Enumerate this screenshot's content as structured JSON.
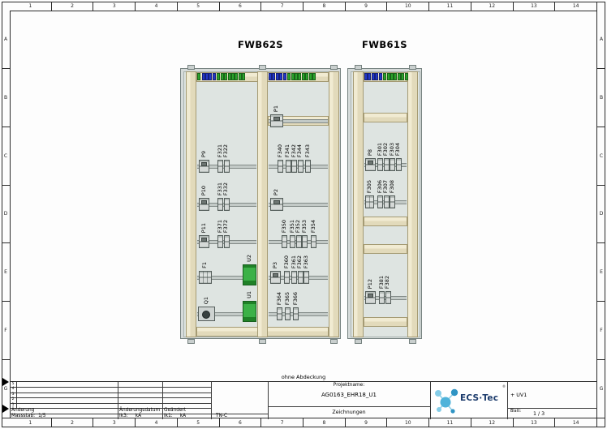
{
  "page": {
    "bg": "#ffffff",
    "col_labels": [
      "1",
      "2",
      "3",
      "4",
      "5",
      "6",
      "7",
      "8",
      "9",
      "10",
      "11",
      "12",
      "13",
      "14"
    ],
    "row_labels": [
      "A",
      "B",
      "C",
      "D",
      "E",
      "F",
      "G"
    ],
    "caption": "ohne Abdeckung"
  },
  "cabinets": [
    {
      "name": "FWB62S",
      "bays": [
        {
          "terminals": [
            {
              "color": "green",
              "count": 1
            },
            {
              "color": "blue",
              "count": 4
            },
            {
              "color": "green",
              "count": 8
            }
          ],
          "rows": [
            {
              "items": [
                {
                  "label": "P9",
                  "type": "p"
                },
                {
                  "label": "F321",
                  "type": "f"
                },
                {
                  "label": "F322",
                  "type": "f"
                }
              ]
            },
            {
              "items": [
                {
                  "label": "P10",
                  "type": "p"
                },
                {
                  "label": "F331",
                  "type": "f"
                },
                {
                  "label": "F332",
                  "type": "f"
                }
              ]
            },
            {
              "items": [
                {
                  "label": "P11",
                  "type": "p"
                },
                {
                  "label": "F371",
                  "type": "f"
                },
                {
                  "label": "F372",
                  "type": "f"
                }
              ]
            },
            {
              "items": [
                {
                  "label": "F1",
                  "type": "f3"
                },
                {
                  "label": "U2",
                  "type": "u"
                }
              ]
            },
            {
              "items": [
                {
                  "label": "Q1",
                  "type": "q"
                },
                {
                  "label": "U1",
                  "type": "u"
                }
              ]
            }
          ]
        },
        {
          "terminals": [
            {
              "color": "blue",
              "count": 5
            },
            {
              "color": "green",
              "count": 8
            }
          ],
          "rows": [
            {
              "items": [
                {
                  "label": "P1",
                  "type": "p2"
                }
              ]
            },
            {
              "items": [
                {
                  "label": "F340",
                  "type": "f"
                },
                {
                  "label": "F341",
                  "type": "f"
                },
                {
                  "label": "F342",
                  "type": "f"
                },
                {
                  "label": "F344",
                  "type": "f"
                },
                {
                  "label": "F343",
                  "type": "f"
                }
              ]
            },
            {
              "items": [
                {
                  "label": "P2",
                  "type": "p2"
                }
              ]
            },
            {
              "items": [
                {
                  "label": "F350",
                  "type": "f"
                },
                {
                  "label": "F351",
                  "type": "f"
                },
                {
                  "label": "F352",
                  "type": "f"
                },
                {
                  "label": "F353",
                  "type": "f"
                },
                {
                  "label": "F354",
                  "type": "f"
                }
              ]
            },
            {
              "items": [
                {
                  "label": "P3",
                  "type": "p"
                },
                {
                  "label": "F360",
                  "type": "f"
                },
                {
                  "label": "F361",
                  "type": "f"
                },
                {
                  "label": "F362",
                  "type": "f"
                },
                {
                  "label": "F363",
                  "type": "f"
                }
              ]
            },
            {
              "items": [
                {
                  "label": "F364",
                  "type": "f"
                },
                {
                  "label": "F365",
                  "type": "f"
                },
                {
                  "label": "F366",
                  "type": "f"
                }
              ]
            }
          ]
        }
      ]
    },
    {
      "name": "FWB61S",
      "bays": [
        {
          "terminals": [
            {
              "color": "blue",
              "count": 5
            },
            {
              "color": "green",
              "count": 7
            }
          ],
          "rows": [
            {
              "items": []
            },
            {
              "items": [
                {
                  "label": "P8",
                  "type": "p"
                },
                {
                  "label": "F301",
                  "type": "f"
                },
                {
                  "label": "F302",
                  "type": "f"
                },
                {
                  "label": "F303",
                  "type": "f"
                },
                {
                  "label": "F304",
                  "type": "f"
                }
              ]
            },
            {
              "items": [
                {
                  "label": "F305",
                  "type": "f2"
                },
                {
                  "label": "F306",
                  "type": "f"
                },
                {
                  "label": "F307",
                  "type": "f"
                },
                {
                  "label": "F308",
                  "type": "f"
                }
              ]
            },
            {
              "items": []
            },
            {
              "items": []
            },
            {
              "items": [
                {
                  "label": "P12",
                  "type": "p"
                },
                {
                  "label": "F381",
                  "type": "f"
                },
                {
                  "label": "F382",
                  "type": "f"
                }
              ]
            },
            {
              "items": []
            }
          ]
        }
      ]
    }
  ],
  "titleblock": {
    "revision_numbers": [
      "5",
      "4",
      "3",
      "2",
      "1"
    ],
    "col_aenderung": "Änderung",
    "col_aenderungsdatum": "Änderungsdatum",
    "col_geaendert": "Geändert",
    "massstab_label": "Massstab:",
    "massstab_value": "1/5",
    "ik3_label": "Ik3:",
    "ik3_unit": "kA",
    "ik1_label": "Ik1:",
    "ik1_unit": "kA",
    "netzform": "TN-C",
    "projektname_label": "Projektname:",
    "projektname_value": "AG0163_EHR18_U1",
    "section_label": "Zeichnungen",
    "logo_text": "ECS·Tec",
    "logo_registered": "®",
    "location": "+ UV1",
    "blatt_label": "Blatt:",
    "blatt_value": "1 / 3"
  },
  "colors": {
    "terminal_blue": "#2337c8",
    "terminal_green": "#2ba32b",
    "module_green": "#2fa636",
    "rail_beige": "#eae3c8",
    "logo_navy": "#1a3a6b",
    "logo_blue": "#4fb3da"
  }
}
